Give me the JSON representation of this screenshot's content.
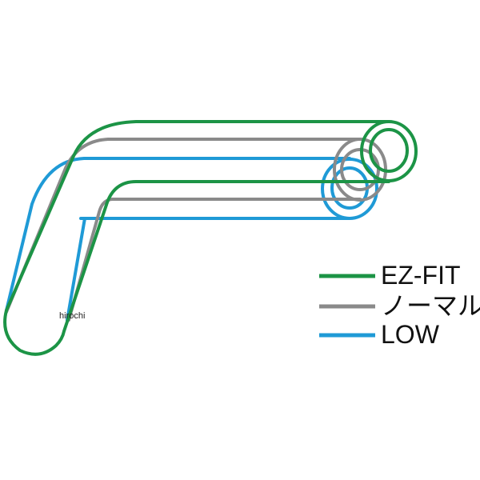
{
  "legend": [
    {
      "label": "EZ-FIT",
      "color": "#1c9446"
    },
    {
      "label": "ノーマル",
      "color": "#8a8a8a"
    },
    {
      "label": "LOW",
      "color": "#1f9ad6"
    }
  ],
  "watermark": "hirochi"
}
